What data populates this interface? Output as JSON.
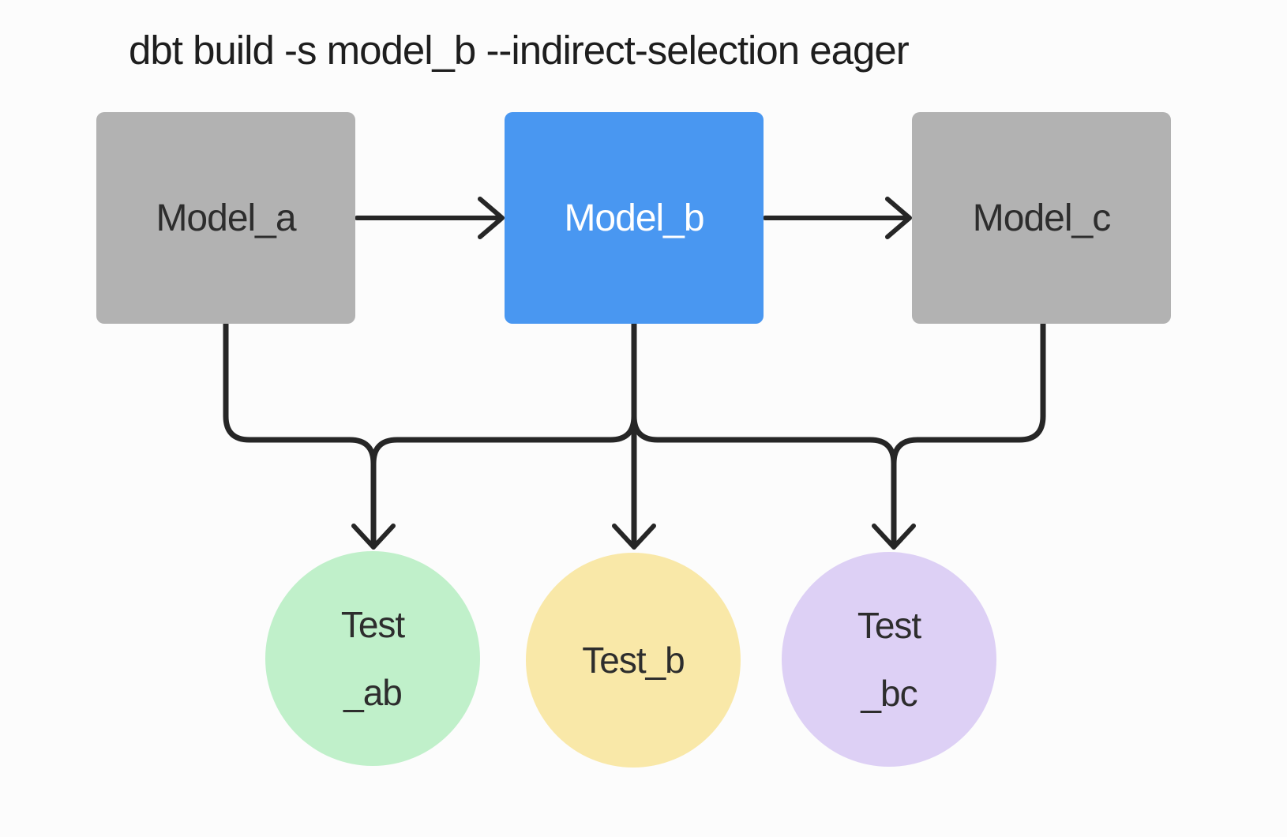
{
  "title": "dbt build -s model_b --indirect-selection eager",
  "colors": {
    "background": "#fcfcfc",
    "line": "#262626",
    "model_gray": "#b2b2b2",
    "model_blue": "#4997f1",
    "test_green": "#c0f0ca",
    "test_yellow": "#f9e8a8",
    "test_purple": "#ddd0f5",
    "dark_text": "#2d2d2d",
    "light_text": "#ffffff"
  },
  "nodes": {
    "model_a": {
      "label": "Model_a",
      "fill": "#b2b2b2",
      "text_color": "#2d2d2d"
    },
    "model_b": {
      "label": "Model_b",
      "fill": "#4997f1",
      "text_color": "#ffffff"
    },
    "model_c": {
      "label": "Model_c",
      "fill": "#b2b2b2",
      "text_color": "#2d2d2d"
    },
    "test_ab": {
      "lines": [
        "Test",
        "_ab"
      ],
      "fill": "#c0f0ca",
      "text_color": "#2d2d2d"
    },
    "test_b": {
      "lines": [
        "Test_b"
      ],
      "fill": "#f9e8a8",
      "text_color": "#2d2d2d"
    },
    "test_bc": {
      "lines": [
        "Test",
        "_bc"
      ],
      "fill": "#ddd0f5",
      "text_color": "#2d2d2d"
    }
  },
  "edges": [
    {
      "from": "model_a",
      "to": "model_b"
    },
    {
      "from": "model_b",
      "to": "model_c"
    },
    {
      "from": "model_a",
      "to": "test_ab"
    },
    {
      "from": "model_b",
      "to": "test_ab"
    },
    {
      "from": "model_b",
      "to": "test_b"
    },
    {
      "from": "model_b",
      "to": "test_bc"
    },
    {
      "from": "model_c",
      "to": "test_bc"
    }
  ]
}
